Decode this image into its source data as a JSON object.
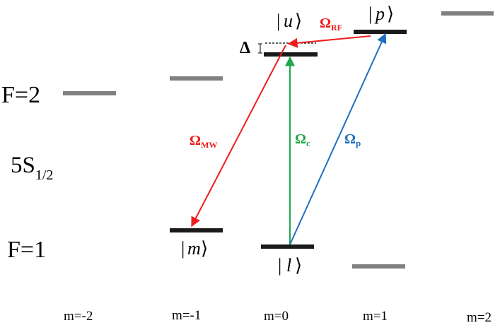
{
  "manifold": {
    "f2_label": "F=2",
    "f1_label": "F=1",
    "term_main": "5S",
    "term_sub": "1/2"
  },
  "states": {
    "u": "u",
    "p": "p",
    "m": "m",
    "l": "l"
  },
  "detuning_label": "Δ",
  "couplings": {
    "rf": {
      "main": "Ω",
      "sub": "RF",
      "color": "#ee1c1c"
    },
    "mw": {
      "main": "Ω",
      "sub": "MW",
      "color": "#ee1c1c"
    },
    "c": {
      "main": "Ω",
      "sub": "c",
      "color": "#1fa84a"
    },
    "p": {
      "main": "Ω",
      "sub": "p",
      "color": "#1f6fbf"
    }
  },
  "m_labels": [
    "m=-2",
    "m=-1",
    "m=0",
    "m=1",
    "m=2"
  ],
  "colors": {
    "active_level": "#1a1a1a",
    "inactive_level": "#808080"
  }
}
